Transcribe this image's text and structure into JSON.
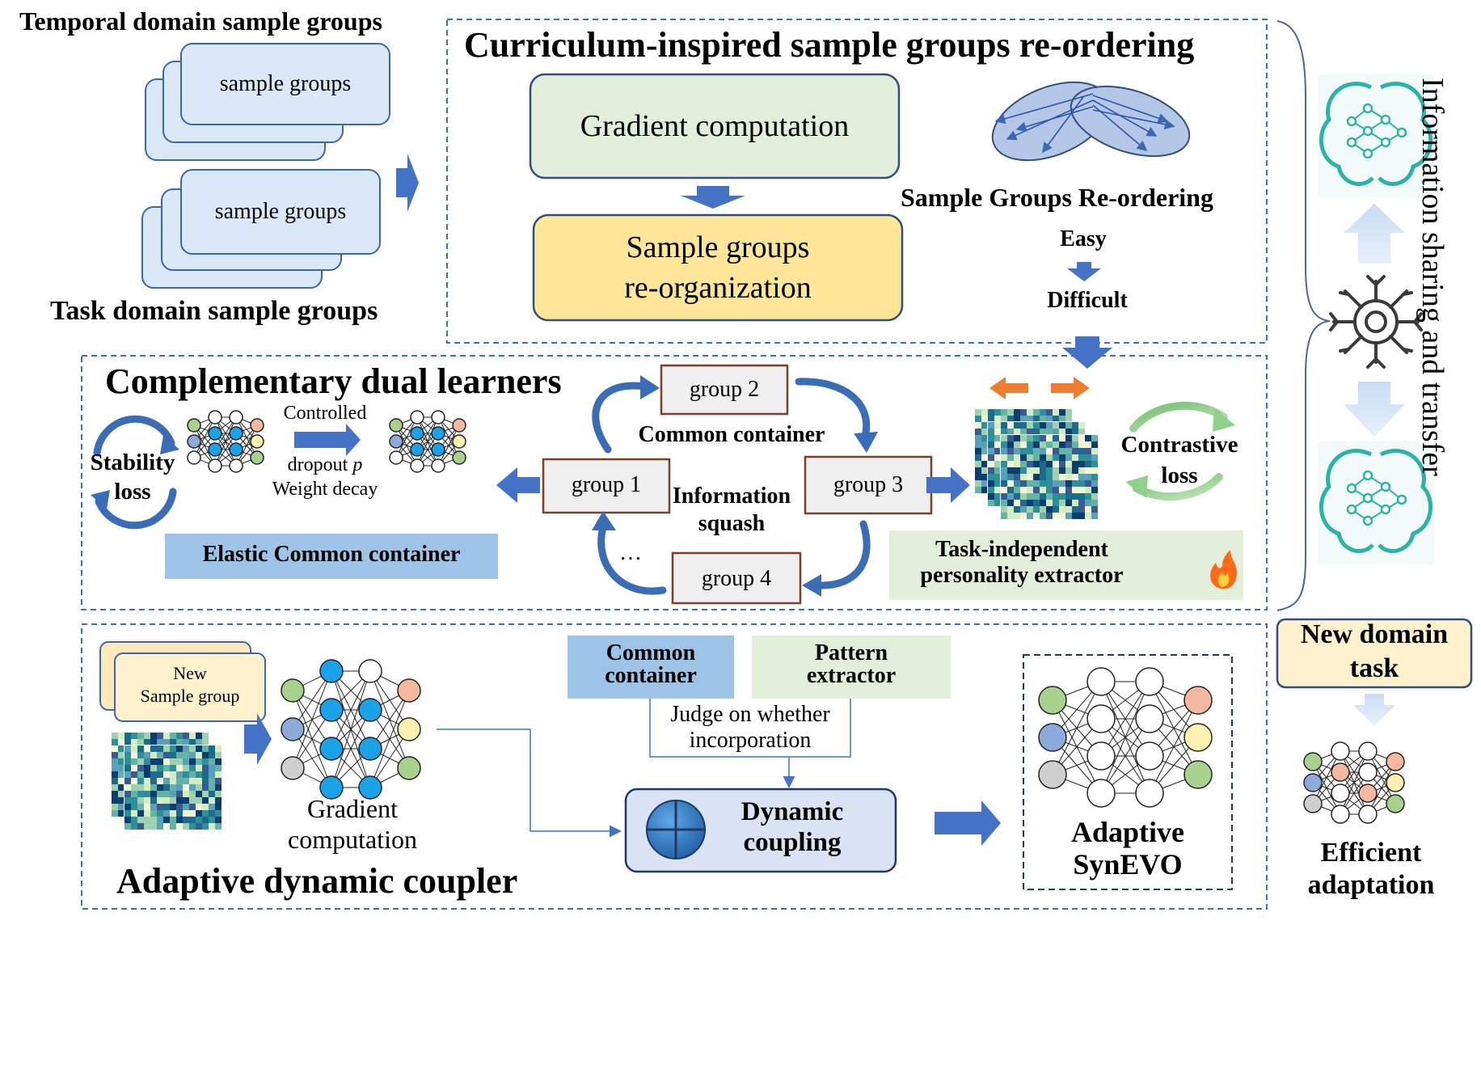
{
  "top_left": {
    "temporal_title": "Temporal domain sample groups",
    "stack1_label": "sample groups",
    "stack2_label": "sample groups",
    "task_title": "Task domain sample groups"
  },
  "curriculum": {
    "title": "Curriculum-inspired sample groups re-ordering",
    "gradient_box": "Gradient computation",
    "reorg_line1": "Sample groups",
    "reorg_line2": "re-organization",
    "reordering_label": "Sample Groups Re-ordering",
    "easy": "Easy",
    "difficult": "Difficult"
  },
  "dual": {
    "title": "Complementary dual learners",
    "stability_line1": "Stability",
    "stability_line2": "loss",
    "controlled": "Controlled",
    "dropout": "dropout",
    "dropout_p": "p",
    "weight_decay": "Weight decay",
    "elastic_label": "Elastic Common container",
    "group1": "group 1",
    "group2": "group 2",
    "group3": "group 3",
    "group4": "group 4",
    "ellipsis": "…",
    "common_container": "Common container",
    "info_line1": "Information",
    "info_line2": "squash",
    "contrastive_line1": "Contrastive",
    "contrastive_line2": "loss",
    "extractor_line1": "Task-independent",
    "extractor_line2": "personality extractor"
  },
  "coupler": {
    "title": "Adaptive dynamic coupler",
    "new_line1": "New",
    "new_line2": "Sample group",
    "gradient_line1": "Gradient",
    "gradient_line2": "computation",
    "common_line1": "Common",
    "common_line2": "container",
    "pattern_line1": "Pattern",
    "pattern_line2": "extractor",
    "judge_line1": "Judge on whether",
    "judge_line2": "incorporation",
    "dynamic_line1": "Dynamic",
    "dynamic_line2": "coupling",
    "synevo_line1": "Adaptive",
    "synevo_line2": "SynEVO"
  },
  "right": {
    "vertical_label": "Information sharing and transfer",
    "new_task_line1": "New domain",
    "new_task_line2": "task",
    "efficient_line1": "Efficient",
    "efficient_line2": "adaptation"
  },
  "colors": {
    "dash_border": "#3b6fb6",
    "arrow_blue": "#4472c4",
    "stack_fill": "#dae8f8",
    "stack_stroke": "#3b66b4",
    "green_fill": "#e2efda",
    "yellow_fill": "#ffe699",
    "light_blue_fill": "#9dc3e6",
    "orange_arrow": "#ed7d31",
    "node_blue": "#1aa3e8",
    "teal_brain": "#2bb3a7"
  }
}
